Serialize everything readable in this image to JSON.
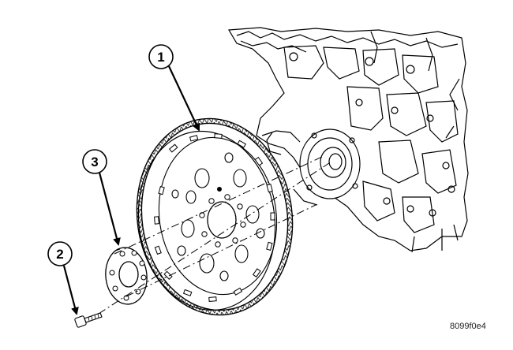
{
  "figure": {
    "figure_id": "8099f0e4",
    "callouts": [
      {
        "number": "1",
        "part": "flexplate"
      },
      {
        "number": "2",
        "part": "bolt"
      },
      {
        "number": "3",
        "part": "reinforcement-plate"
      }
    ]
  },
  "colors": {
    "line": "#000000",
    "background": "#ffffff"
  }
}
